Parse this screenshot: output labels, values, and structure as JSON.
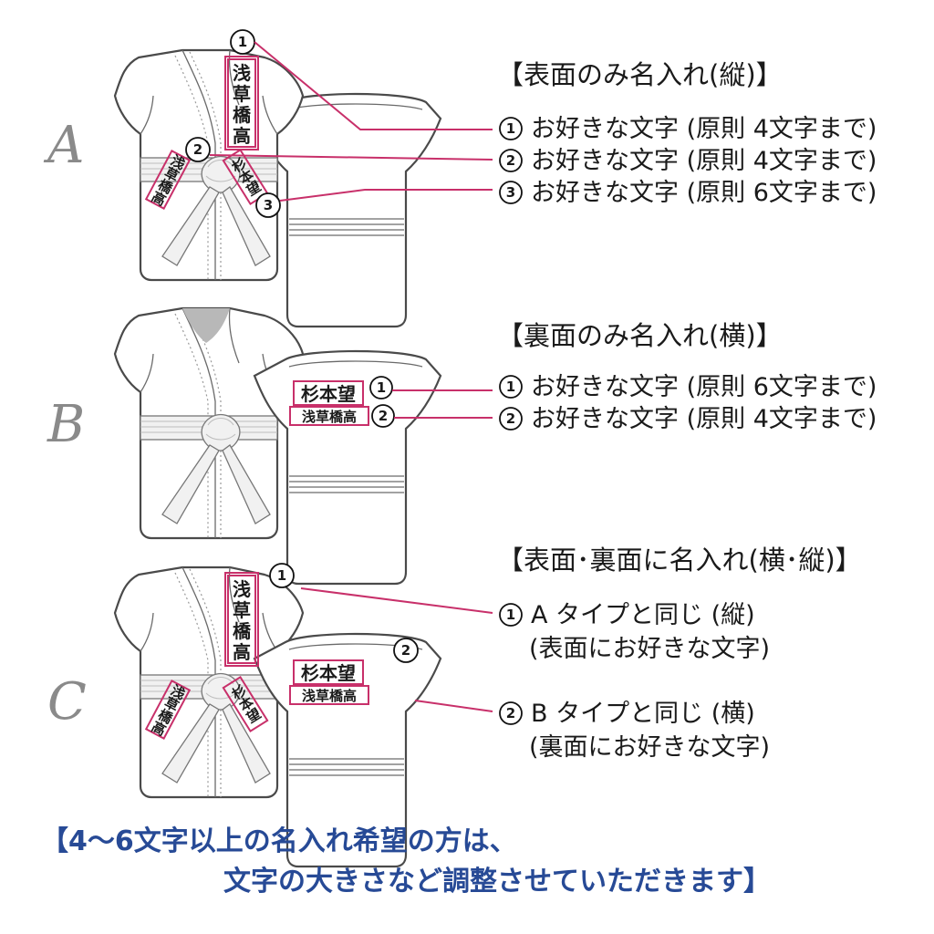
{
  "sections": [
    {
      "letter": "A",
      "heading": "【表面のみ名入れ(縦)】",
      "items": [
        {
          "num": "1",
          "text": "お好きな文字 (原則 4文字まで)"
        },
        {
          "num": "2",
          "text": "お好きな文字 (原則 4文字まで)"
        },
        {
          "num": "3",
          "text": "お好きな文字 (原則 6文字まで)"
        }
      ]
    },
    {
      "letter": "B",
      "heading": "【裏面のみ名入れ(横)】",
      "items": [
        {
          "num": "1",
          "text": "お好きな文字 (原則 6文字まで)"
        },
        {
          "num": "2",
          "text": "お好きな文字 (原則 4文字まで)"
        }
      ]
    },
    {
      "letter": "C",
      "heading": "【表面･裏面に名入れ(横･縦)】",
      "items": [
        {
          "num": "1",
          "text": "A タイプと同じ (縦)",
          "sub": "(表面にお好きな文字)"
        },
        {
          "num": "2",
          "text": "B タイプと同じ (横)",
          "sub": "(裏面にお好きな文字)"
        }
      ]
    }
  ],
  "labels": {
    "school_chars": [
      "浅",
      "草",
      "橋",
      "高"
    ],
    "school": "浅草橋高",
    "name": "杉本望"
  },
  "footer": {
    "line1": "【4〜6文字以上の名入れ希望の方は、",
    "line2": "文字の大きさなど調整させていただきます】"
  },
  "colors": {
    "accent": "#c8306a",
    "footer": "#274a96",
    "letter": "#8a8a8a"
  }
}
